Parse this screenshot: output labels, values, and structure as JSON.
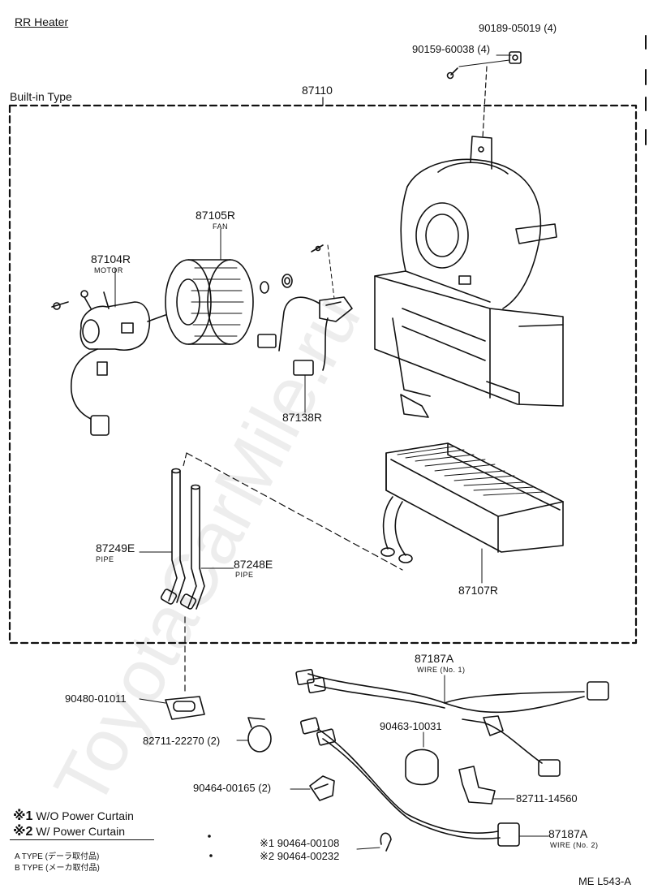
{
  "page": {
    "title": "RR Heater",
    "section": "Built-in Type",
    "ref_code": "ME  L543-A",
    "watermark": "ToyotaCarMile.ru"
  },
  "parts": {
    "assembly": "87110",
    "screw_a": "90159-60038 (4)",
    "nut_a": "90189-05019 (4)",
    "fan": {
      "pn": "87105R",
      "name": "FAN"
    },
    "motor": {
      "pn": "87104R",
      "name": "MOTOR"
    },
    "resistor": "87138R",
    "pipe_e": {
      "pn": "87249E",
      "name": "PIPE"
    },
    "pipe_f": {
      "pn": "87248E",
      "name": "PIPE"
    },
    "core": "87107R",
    "grommet": "90480-01011",
    "clamp_a": "82711-22270 (2)",
    "clip_a": "90464-00165 (2)",
    "wire_1": {
      "pn": "87187A",
      "name": "WIRE (No. 1)"
    },
    "clamp_b": "90463-10031",
    "clamp_c": "82711-14560",
    "wire_2": {
      "pn": "87187A",
      "name": "WIRE (No. 2)"
    },
    "clip_b1": "※1 90464-00108",
    "clip_b2": "※2 90464-00232"
  },
  "legend": {
    "item1_mark": "※1",
    "item1_text": "W/O Power Curtain",
    "item2_mark": "※2",
    "item2_text": "W/ Power Curtain",
    "type_a": "A TYPE (デーラ取付品)",
    "type_b": "B TYPE (メーカ取付品)"
  }
}
